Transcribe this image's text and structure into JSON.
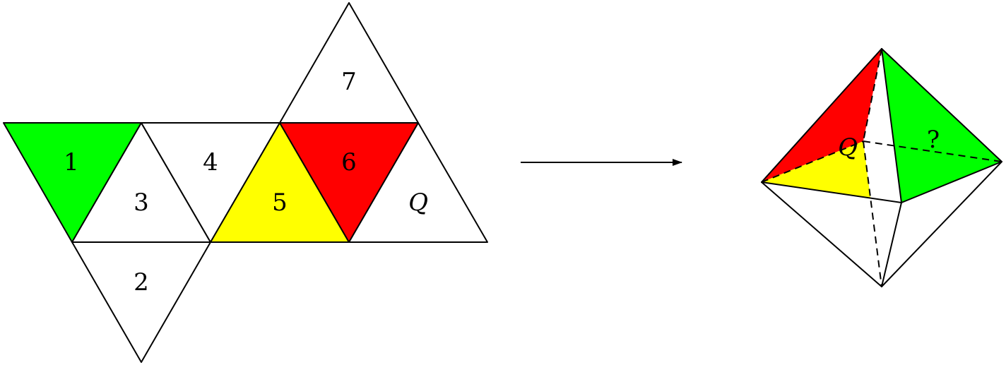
{
  "colors": {
    "green": "#00ff00",
    "red": "#ff0000",
    "yellow": "#ffff00",
    "white": "#ffffff",
    "stroke": "#000000"
  },
  "net": {
    "faces": [
      {
        "id": "1",
        "label": "1",
        "color": "green"
      },
      {
        "id": "3",
        "label": "3",
        "color": "white"
      },
      {
        "id": "4",
        "label": "4",
        "color": "white"
      },
      {
        "id": "5",
        "label": "5",
        "color": "yellow"
      },
      {
        "id": "6",
        "label": "6",
        "color": "red"
      },
      {
        "id": "q",
        "label": "Q",
        "color": "white"
      },
      {
        "id": "7",
        "label": "7",
        "color": "white"
      },
      {
        "id": "2",
        "label": "2",
        "color": "white"
      }
    ]
  },
  "arrow": {
    "icon": "right-arrow-icon"
  },
  "octahedron": {
    "labels": {
      "q": "Q",
      "unknown": "?"
    },
    "visible_faces": [
      "red",
      "green",
      "yellow",
      "white"
    ]
  }
}
